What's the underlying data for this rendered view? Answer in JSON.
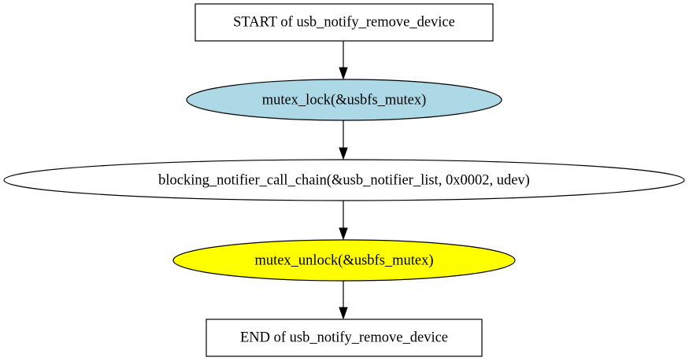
{
  "diagram": {
    "nodes": [
      {
        "id": "start",
        "label": "START of usb_notify_remove_device",
        "shape": "box",
        "fill": "#ffffff"
      },
      {
        "id": "lock",
        "label": "mutex_lock(&usbfs_mutex)",
        "shape": "ellipse",
        "fill": "#add8e6"
      },
      {
        "id": "chain",
        "label": "blocking_notifier_call_chain(&usb_notifier_list, 0x0002, udev)",
        "shape": "ellipse",
        "fill": "#ffffff"
      },
      {
        "id": "unlock",
        "label": "mutex_unlock(&usbfs_mutex)",
        "shape": "ellipse",
        "fill": "#ffff00"
      },
      {
        "id": "end",
        "label": "END of usb_notify_remove_device",
        "shape": "box",
        "fill": "#ffffff"
      }
    ],
    "edges": [
      {
        "from": "start",
        "to": "lock"
      },
      {
        "from": "lock",
        "to": "chain"
      },
      {
        "from": "chain",
        "to": "unlock"
      },
      {
        "from": "unlock",
        "to": "end"
      }
    ]
  }
}
